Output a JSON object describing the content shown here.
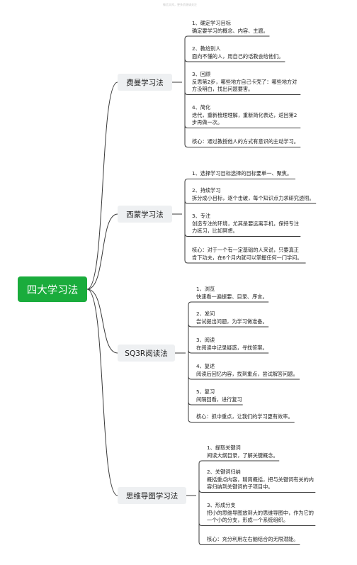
{
  "watermark": "微信文库，更多资源请关注",
  "root": "四大学习法",
  "branches": [
    {
      "title": "费曼学习法",
      "leaves": [
        {
          "title": "1、确定学习目标",
          "lines": [
            "确定要学习的概念、内容、主题。"
          ]
        },
        {
          "title": "2、教给别人",
          "lines": [
            "面向不懂的人，用自己的话教会给他们。"
          ]
        },
        {
          "title": "3、回顾",
          "lines": [
            "反思第2步，哪些地方自己卡壳了：哪些地方对",
            "方没明白，找出问题要害。"
          ]
        },
        {
          "title": "4、简化",
          "lines": [
            "迭代，重新梳理理解，重新简化表达，返回第2",
            "步再做一次。"
          ]
        },
        {
          "title": "",
          "lines": [
            "核心：通过教授他人的方式有意识的主动学习。"
          ]
        }
      ]
    },
    {
      "title": "西蒙学习法",
      "leaves": [
        {
          "title": "",
          "lines": [
            "1、选择学习目标选择的目标要单一、聚焦。"
          ]
        },
        {
          "title": "2、持续学习",
          "lines": [
            "拆分成小目标，逐个击破，每个知识点力求研究透彻。"
          ]
        },
        {
          "title": "3、专注",
          "lines": [
            "创造专注的环境，尤其是要远离手机，保持专注",
            "力练习，比如冥想。"
          ]
        },
        {
          "title": "",
          "lines": [
            "核心：对于一个有一定基础的人来说，只要真正",
            "肯下功夫，在6个月内就可以掌握任何一门学问。"
          ]
        }
      ]
    },
    {
      "title": "SQ3R阅读法",
      "leaves": [
        {
          "title": "1、浏览",
          "lines": [
            "快速看一遍提要、目录、序言。"
          ]
        },
        {
          "title": "2、发问",
          "lines": [
            "尝试提出问题，为学习做准备。"
          ]
        },
        {
          "title": "3、阅读",
          "lines": [
            "在阅读中记录疑惑，寻找答案。"
          ]
        },
        {
          "title": "4、复述",
          "lines": [
            "阅读后回忆内容，找到重点，尝试解答问题。"
          ]
        },
        {
          "title": "5、复习",
          "lines": [
            "间隔回看，进行复习"
          ]
        },
        {
          "title": "",
          "lines": [
            "核心：抓中重点，让我们的学习更有效率。"
          ]
        }
      ]
    },
    {
      "title": "思维导图学习法",
      "leaves": [
        {
          "title": "1、提取关键词",
          "lines": [
            "阅读大纲目录，了解关键概念。"
          ]
        },
        {
          "title": "2、关键词归纳",
          "lines": [
            "概括重点内容，精简概括，把与关键词有关的内",
            "容归纳到关键词的子项目中。"
          ]
        },
        {
          "title": "3、形成分支",
          "lines": [
            "把小的思维导图放到大的思维导图中，作为它的",
            "一个小的分支，形成一个系统组织。"
          ]
        },
        {
          "title": "",
          "lines": [
            "核心：充分利用左右脑结合的无限潜能。"
          ]
        }
      ]
    }
  ]
}
